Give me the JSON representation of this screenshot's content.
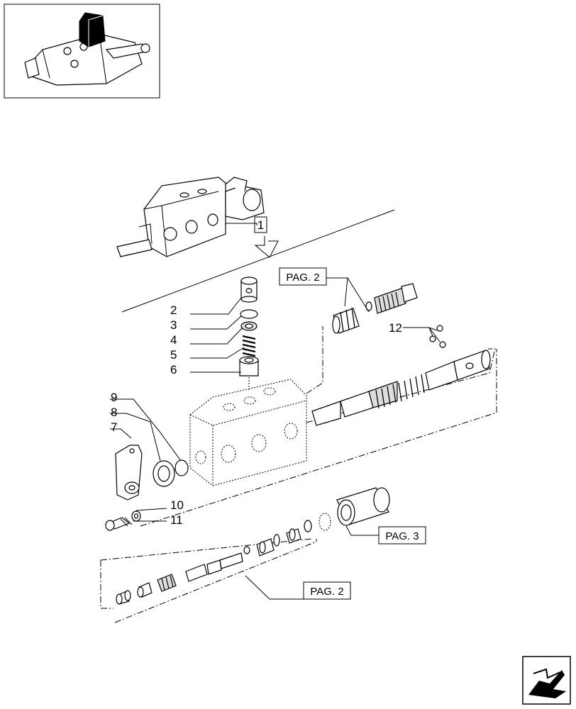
{
  "callouts": {
    "c1": "1",
    "c2": "2",
    "c3": "3",
    "c4": "4",
    "c5": "5",
    "c6": "6",
    "c7": "7",
    "c8": "8",
    "c9": "9",
    "c10": "10",
    "c11": "11",
    "c12": "12"
  },
  "refs": {
    "pag2_top": "PAG. 2",
    "pag3": "PAG. 3",
    "pag2_bottom": "PAG. 2"
  },
  "icons": {
    "thumbnail": "tractor-lift-cover-thumbnail",
    "nav": "next-page-arrow-icon"
  }
}
